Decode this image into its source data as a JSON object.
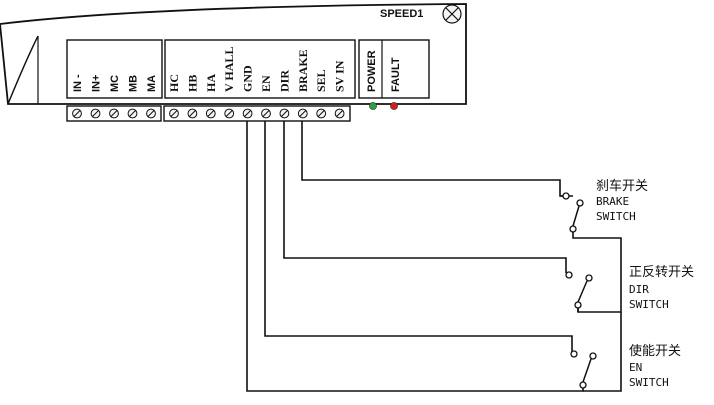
{
  "driver": {
    "model": "SPEED1",
    "motor_terminals": [
      "IN -",
      "IN+",
      "MC",
      "MB",
      "MA"
    ],
    "signal_terminals": [
      "HC",
      "HB",
      "HA",
      "V HALL",
      "GND",
      "EN",
      "DIR",
      "BRAKE",
      "SEL",
      "SV IN"
    ],
    "indicators": [
      {
        "label": "POWER",
        "color": "#2e9e3e"
      },
      {
        "label": "FAULT",
        "color": "#d11f1f"
      }
    ]
  },
  "switches": [
    {
      "id": "brake",
      "cn": "刹车开关",
      "en1": "BRAKE",
      "en2": "SWITCH"
    },
    {
      "id": "dir",
      "cn": "正反转开关",
      "en1": "DIR",
      "en2": "SWITCH"
    },
    {
      "id": "en",
      "cn": "使能开关",
      "en1": "EN",
      "en2": "SWITCH"
    }
  ],
  "colors": {
    "line": "#111111",
    "panel": "#ffffff",
    "screw": "#f4f4f4"
  }
}
